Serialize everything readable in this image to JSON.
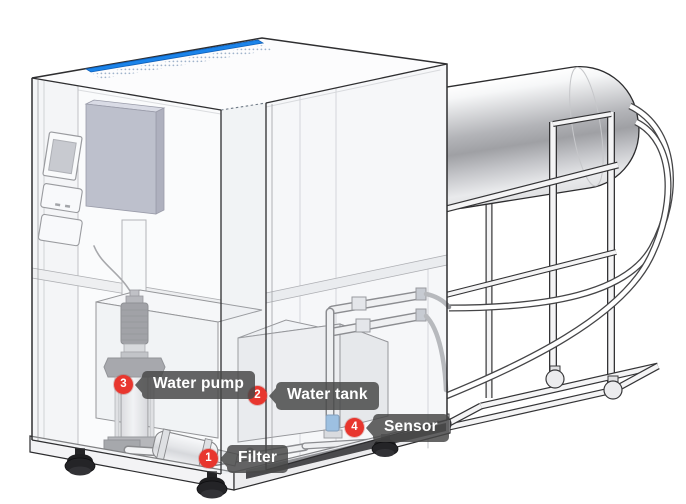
{
  "figure": {
    "type": "equipment-callout-diagram",
    "callouts": [
      {
        "number": "1",
        "label": "Filter",
        "target": "filter"
      },
      {
        "number": "2",
        "label": "Water tank",
        "target": "water-tank"
      },
      {
        "number": "3",
        "label": "Water pump",
        "target": "water-pump"
      },
      {
        "number": "4",
        "label": "Sensor",
        "target": "sensor"
      }
    ],
    "colors": {
      "badge": "#e8362e",
      "tag_bg": "rgba(72,72,72,0.84)",
      "strip": "#1b84ea",
      "outline": "#2e2e30"
    }
  }
}
